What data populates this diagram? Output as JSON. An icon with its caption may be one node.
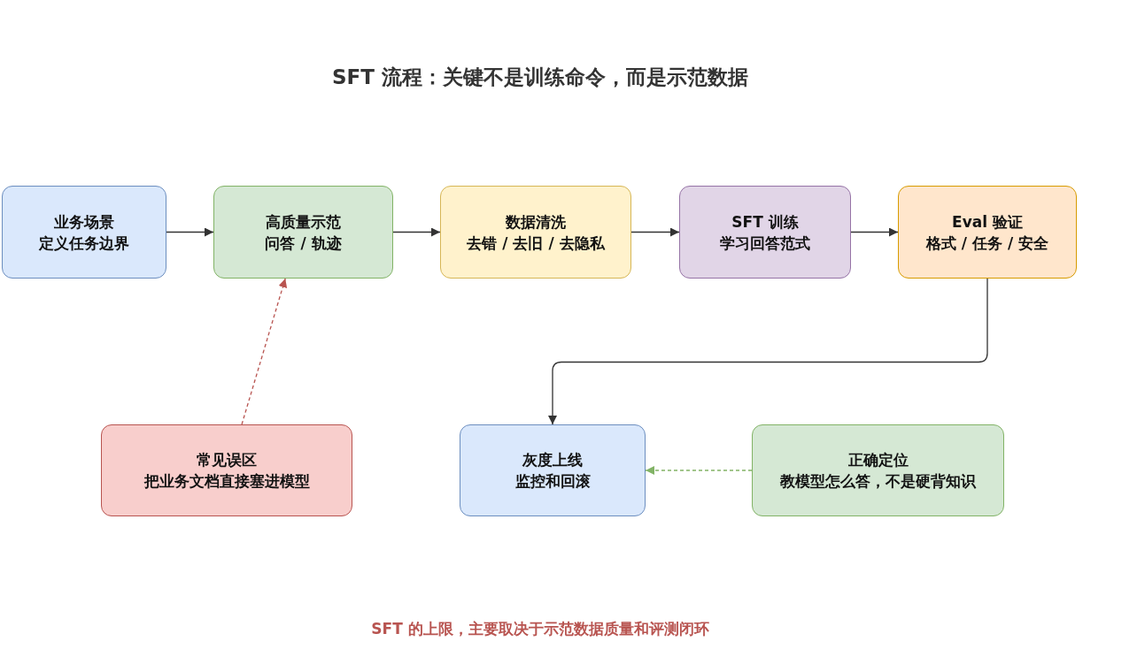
{
  "diagram": {
    "title": "SFT 流程：关键不是训练命令，而是示范数据",
    "caption": "SFT 的上限，主要取决于示范数据质量和评测闭环",
    "nodes": [
      {
        "text": [
          "业务场景",
          "定义任务边界"
        ]
      },
      {
        "text": [
          "高质量示范",
          "问答 / 轨迹"
        ]
      },
      {
        "text": [
          "数据清洗",
          "去错 / 去旧 / 去隐私"
        ]
      },
      {
        "text": [
          "SFT 训练",
          "学习回答范式"
        ]
      },
      {
        "text": [
          "Eval 验证",
          "格式 / 任务 / 安全"
        ]
      },
      {
        "text": [
          "常见误区",
          "把业务文档直接塞进模型"
        ]
      },
      {
        "text": [
          "灰度上线",
          "监控和回滚"
        ]
      },
      {
        "text": [
          "正确定位",
          "教模型怎么答，不是硬背知识"
        ]
      }
    ],
    "edges": [
      {
        "from": 0,
        "to": 1,
        "arrow": "to"
      },
      {
        "from": 1,
        "to": 2,
        "arrow": "to"
      },
      {
        "from": 2,
        "to": 3,
        "arrow": "to"
      },
      {
        "from": 3,
        "to": 4,
        "arrow": "to"
      },
      {
        "from": 4,
        "to": 6,
        "arrow": "to"
      },
      {
        "from": 5,
        "to": 1,
        "arrow": "to",
        "style": "dashed",
        "color": "#b85450"
      },
      {
        "from": 7,
        "to": 6,
        "arrow": "to",
        "style": "dashed",
        "color": "#82b366"
      }
    ]
  }
}
